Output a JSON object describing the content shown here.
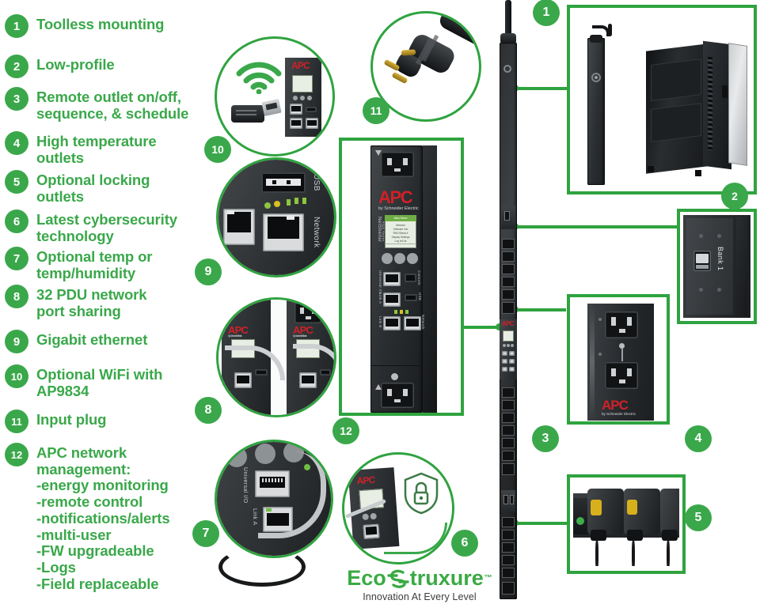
{
  "meta": {
    "title": "APC NetShelter Rack PDU feature callout infographic",
    "accent_green": "#3aa84a",
    "outline_green": "#2fa33f",
    "apc_red": "#cf2128"
  },
  "legend": {
    "items": [
      {
        "num": "1",
        "label": "Toolless mounting"
      },
      {
        "num": "2",
        "label": "Low-profile"
      },
      {
        "num": "3",
        "label": "Remote outlet on/off,\nsequence, & schedule"
      },
      {
        "num": "4",
        "label": "High temperature\noutlets"
      },
      {
        "num": "5",
        "label": "Optional locking\noutlets"
      },
      {
        "num": "6",
        "label": "Latest cybersecurity\ntechnology"
      },
      {
        "num": "7",
        "label": "Optional temp or\ntemp/humidity"
      },
      {
        "num": "8",
        "label": "32 PDU network\nport sharing"
      },
      {
        "num": "9",
        "label": "Gigabit ethernet"
      },
      {
        "num": "10",
        "label": "Optional WiFi with\nAP9834"
      },
      {
        "num": "11",
        "label": "Input plug"
      },
      {
        "num": "12",
        "label": "APC network\nmanagement:\n-energy monitoring\n-remote control\n-notifications/alerts\n-multi-user\n-FW upgradeable\n-Logs\n-Field replaceable"
      }
    ]
  },
  "callouts": {
    "toolless_mounting": {
      "num": "1",
      "type": "box",
      "content": "rack-mounted-pdu-photo"
    },
    "low_profile": {
      "num": "2",
      "type": "box",
      "content": "breaker-bank-photo",
      "device_label": "Bank 1"
    },
    "remote_outlet": {
      "num": "3",
      "type": "box",
      "content": "outlet-pair-photo"
    },
    "high_temp_outlets": {
      "num": "4",
      "type": "badge-only"
    },
    "locking_outlets": {
      "num": "5",
      "type": "box",
      "content": "locking-outlet-photo"
    },
    "cybersecurity": {
      "num": "6",
      "type": "circle",
      "content": "shield-lock-and-nmc-photo"
    },
    "temp_humidity": {
      "num": "7",
      "type": "circle",
      "content": "universal-io-port-photo",
      "device_labels": [
        "Universal I/O",
        "Link A"
      ]
    },
    "port_sharing": {
      "num": "8",
      "type": "circle",
      "content": "two-pdus-daisy-chained-photo"
    },
    "gigabit_ethernet": {
      "num": "9",
      "type": "circle",
      "content": "usb-and-network-ports-photo",
      "device_labels": [
        "USB",
        "Network"
      ]
    },
    "optional_wifi": {
      "num": "10",
      "type": "circle",
      "content": "wifi-dongle-and-nmc-photo"
    },
    "input_plug": {
      "num": "11",
      "type": "circle",
      "content": "twist-lock-plug-photo"
    },
    "network_management": {
      "num": "12",
      "type": "box",
      "content": "nmc-display-module-photo"
    }
  },
  "device": {
    "brand": "APC",
    "brand_sub": "by Schneider Electric",
    "lcd_title": "Main Menu",
    "lcd_lines": [
      "Network",
      "Software Info",
      "RNG/Serial #",
      "Display Settings",
      "Log In/Out"
    ],
    "nmc_series": "NetShelter",
    "nmc_series_sub": "9000 Series",
    "port_labels": [
      "Universal I/O",
      "Link A",
      "Link B",
      "Console",
      "USB",
      "Network"
    ],
    "breaker_label": "Bank 1"
  },
  "footer_logo": {
    "word_pre": "Eco",
    "word_post": "truxure",
    "trademark": "™",
    "tagline": "Innovation At Every Level"
  }
}
